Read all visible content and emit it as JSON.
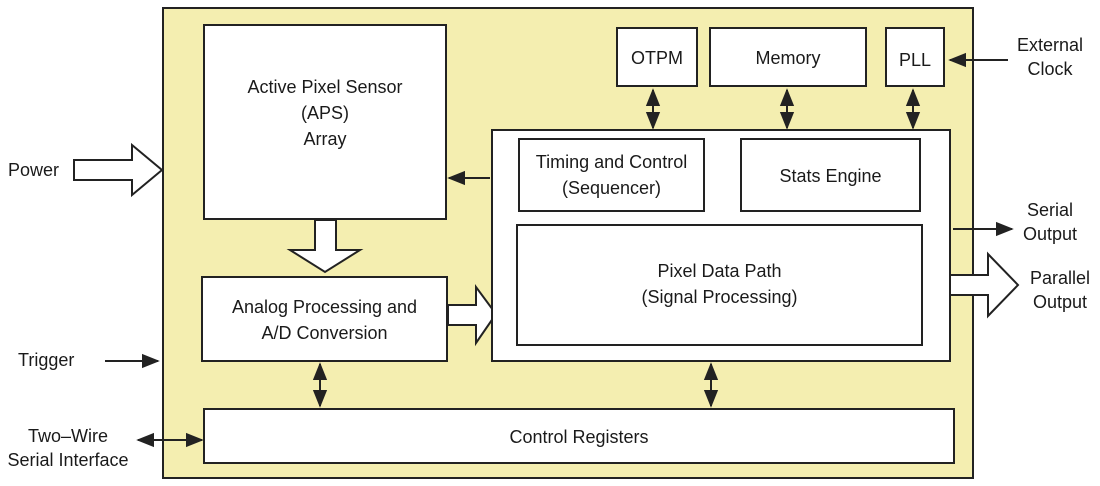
{
  "colors": {
    "chip": "#f4eeb0",
    "stroke": "#222222",
    "block": "#ffffff"
  },
  "blocks": {
    "aps": {
      "line1": "Active Pixel Sensor",
      "line2": "(APS)",
      "line3": "Array"
    },
    "otpm": "OTPM",
    "memory": "Memory",
    "pll": "PLL",
    "timing": {
      "line1": "Timing and Control",
      "line2": "(Sequencer)"
    },
    "stats": "Stats Engine",
    "pixel_path": {
      "line1": "Pixel Data Path",
      "line2": "(Signal Processing)"
    },
    "analog": {
      "line1": "Analog Processing and",
      "line2": "A/D Conversion"
    },
    "control_registers": "Control Registers"
  },
  "external": {
    "power": "Power",
    "trigger": "Trigger",
    "two_wire": {
      "line1": "Two–Wire",
      "line2": "Serial Interface"
    },
    "ext_clock": {
      "line1": "External",
      "line2": "Clock"
    },
    "serial_out": {
      "line1": "Serial",
      "line2": "Output"
    },
    "parallel_out": {
      "line1": "Parallel",
      "line2": "Output"
    }
  }
}
